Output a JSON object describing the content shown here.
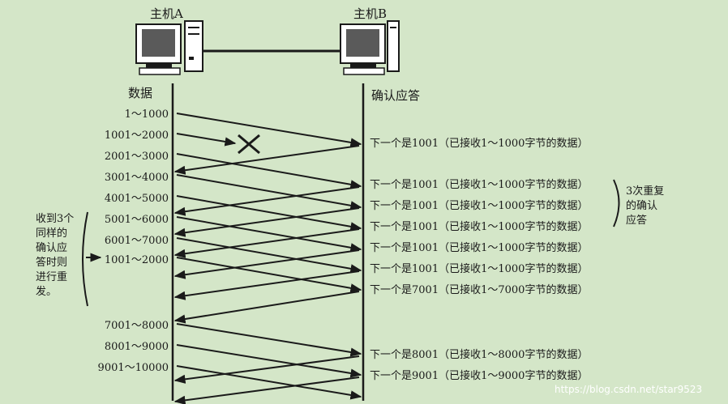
{
  "hosts": {
    "a": "主机A",
    "b": "主机B"
  },
  "columns": {
    "a": "数据",
    "b": "确认应答"
  },
  "segments": [
    "1～1000",
    "1001～2000",
    "2001～3000",
    "3001～4000",
    "4001～5000",
    "5001～6000",
    "6001～7000",
    "1001～2000",
    "7001～8000",
    "8001～9000",
    "9001～10000"
  ],
  "acks": [
    "下一个是1001（已接收1～1000字节的数据）",
    "下一个是1001（已接收1～1000字节的数据）",
    "下一个是1001（已接收1～1000字节的数据）",
    "下一个是1001（已接收1～1000字节的数据）",
    "下一个是1001（已接收1～1000字节的数据）",
    "下一个是1001（已接收1～1000字节的数据）",
    "下一个是7001（已接收1～7000字节的数据）",
    "下一个是8001（已接收1～8000字节的数据）",
    "下一个是9001（已接收1～9000字节的数据）"
  ],
  "notes": {
    "left": [
      "收到3个",
      "同样的",
      "确认应",
      "答时则",
      "进行重",
      "发。"
    ],
    "right": [
      "3次重复",
      "的确认",
      "应答"
    ]
  },
  "watermark": "https://blog.csdn.net/star9523"
}
